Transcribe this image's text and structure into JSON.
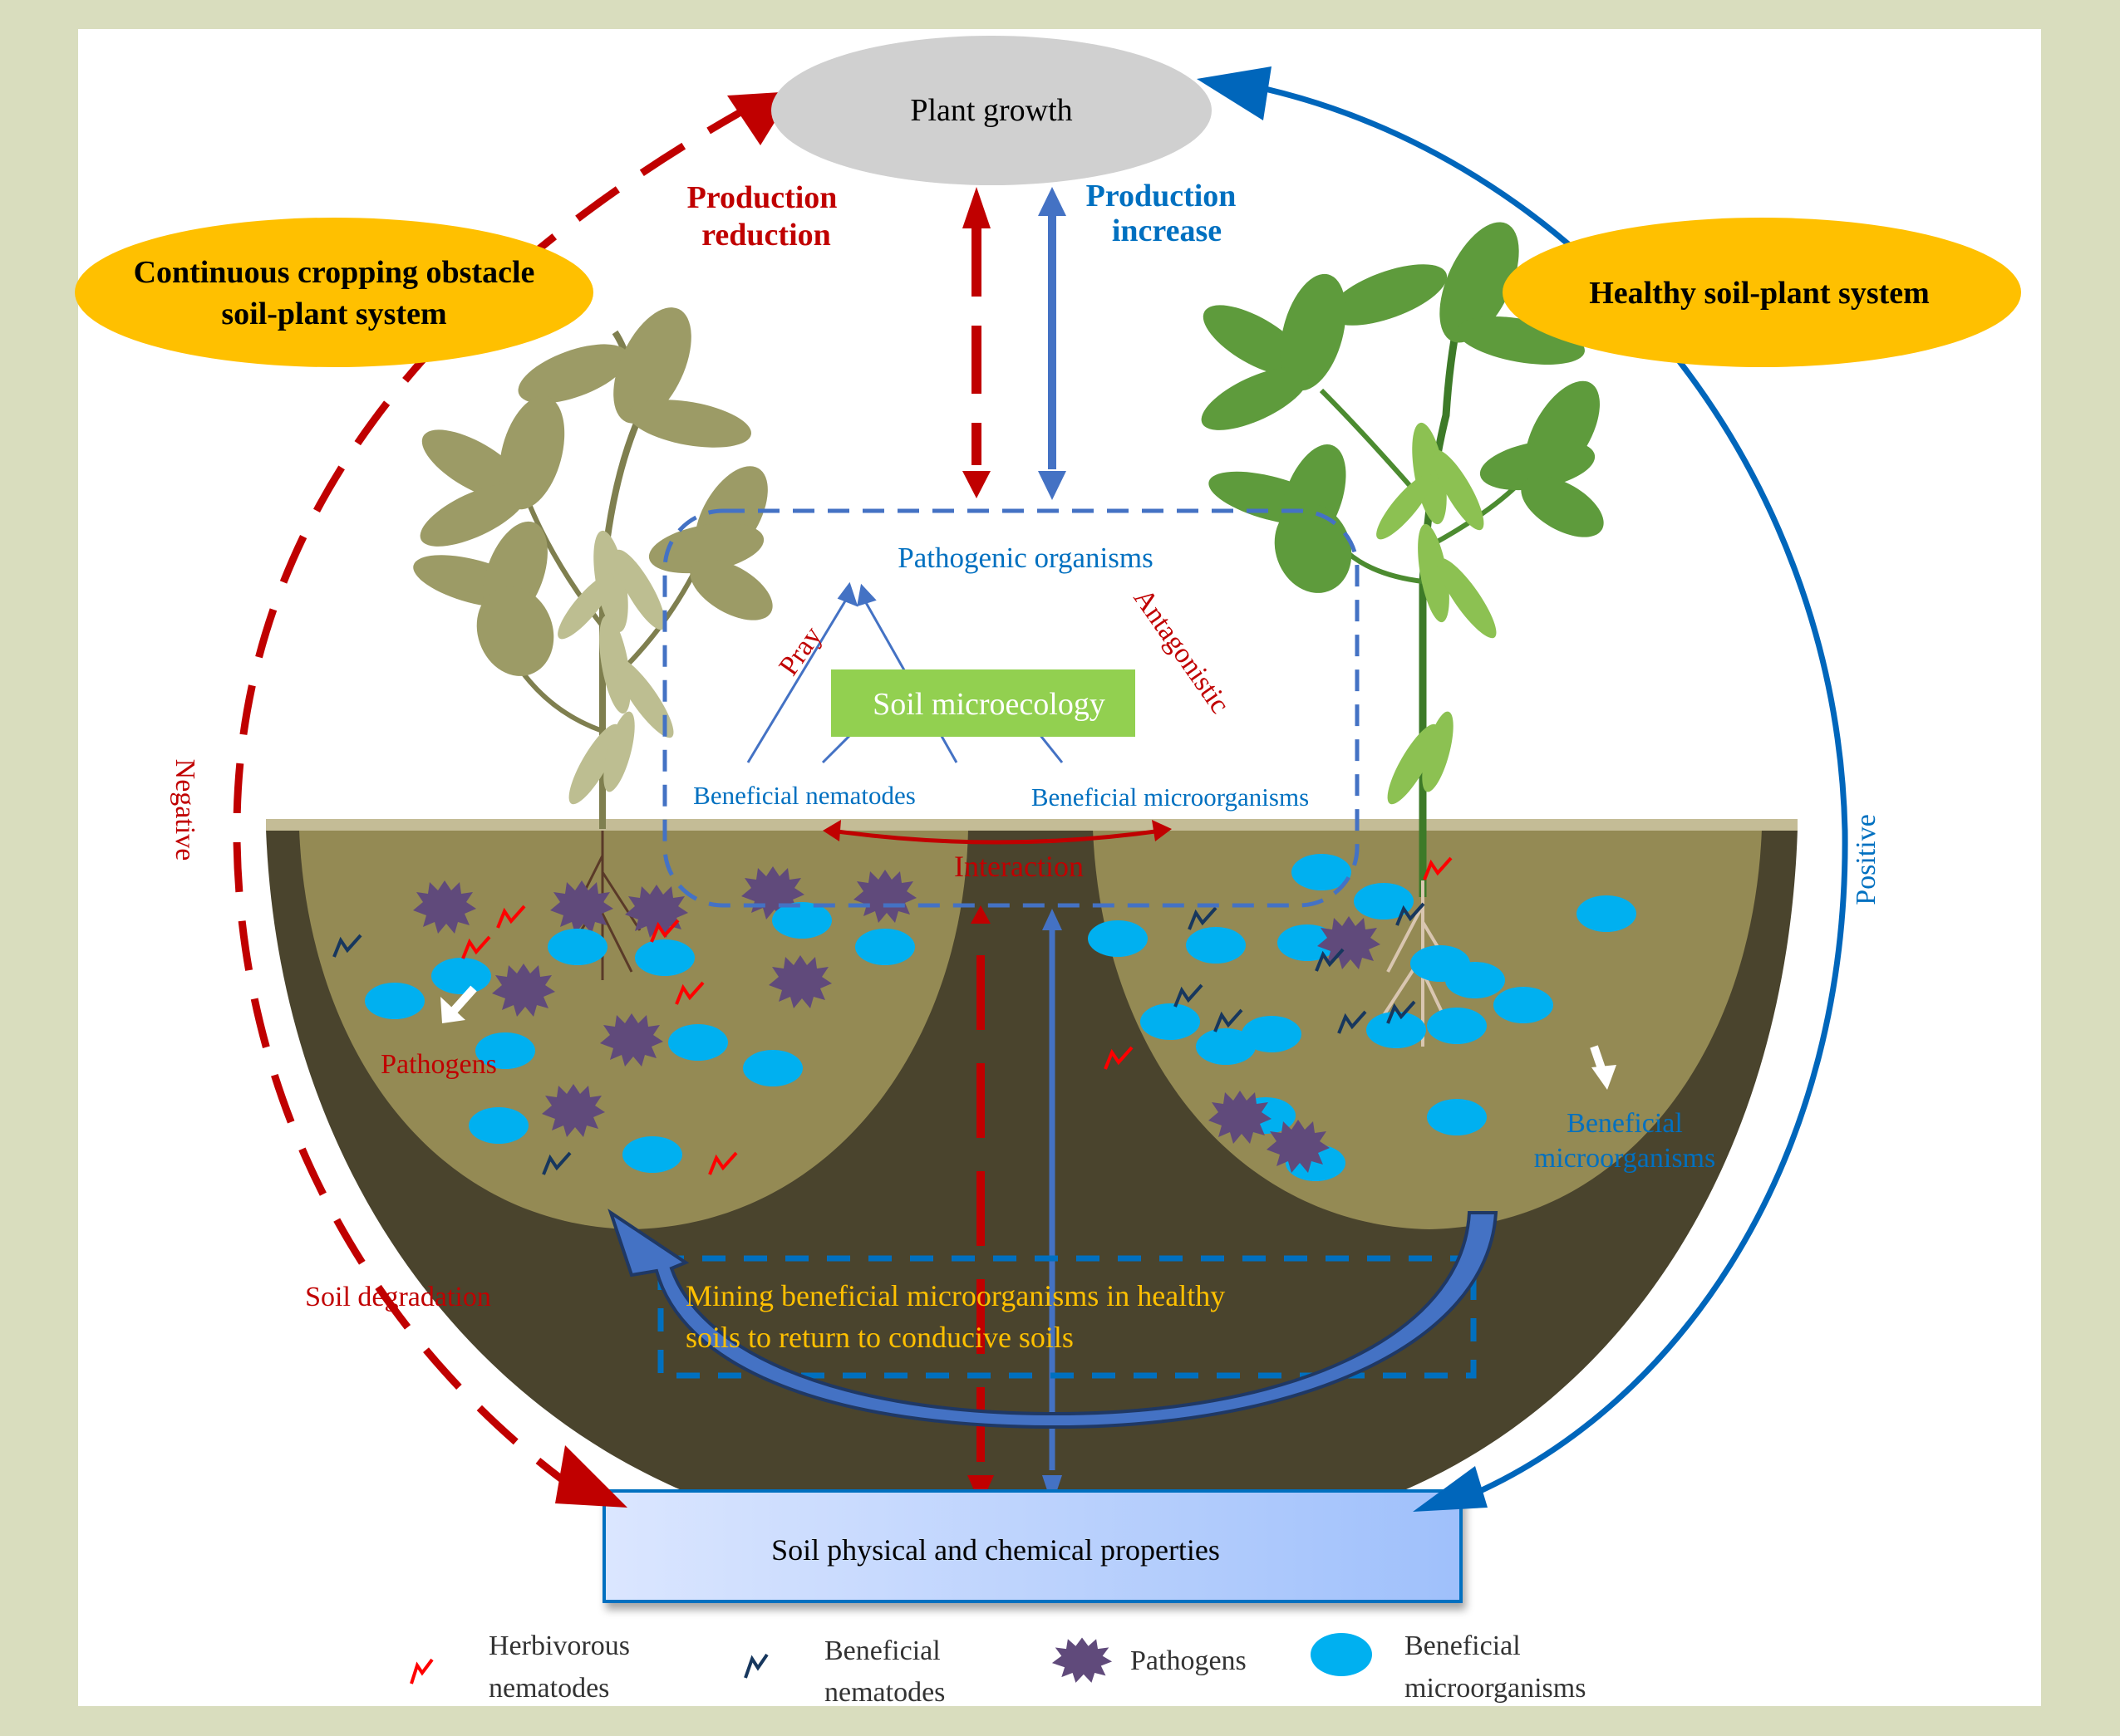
{
  "colors": {
    "background": "#d9ddbe",
    "panel": "#ffffff",
    "negative_red": "#c00000",
    "positive_blue": "#0066bb",
    "arrow_blue": "#4472c4",
    "ellipse_yellow": "#ffc000",
    "ellipse_gray": "#d0d0d0",
    "microecology_green": "#92d050",
    "soil_outer": "#4a442d",
    "soil_inner": "#948a54",
    "soil_surface": "#c4bc96",
    "pathogen_purple": "#604a7b",
    "microorganism_cyan": "#00b0f0",
    "herbivorous_nematode_red": "#ff0000",
    "beneficial_nematode_navy": "#17375e",
    "mining_text_yellow": "#ffc000"
  },
  "nodes": {
    "plant_growth": "Plant growth",
    "left_system": [
      "Continuous cropping obstacle",
      "soil-plant system"
    ],
    "right_system": "Healthy soil-plant system",
    "soil_properties": "Soil physical and chemical properties",
    "soil_microecology": "Soil microecology"
  },
  "labels": {
    "production_reduction": [
      "Production",
      "reduction"
    ],
    "production_increase": [
      "Production",
      "increase"
    ],
    "negative": "Negative",
    "positive": "Positive",
    "pathogenic_organisms": "Pathogenic organisms",
    "pray": "Pray",
    "antagonistic": "Antagonistic",
    "beneficial_nematodes": "Beneficial nematodes",
    "beneficial_microorganisms": "Beneficial microorganisms",
    "interaction": "Interaction",
    "pathogens_callout": "Pathogens",
    "beneficial_microorganisms_callout": [
      "Beneficial",
      "microorganisms"
    ],
    "soil_degradation": "Soil degradation",
    "mining": [
      "Mining beneficial microorganisms in healthy",
      "soils to return to conducive soils"
    ]
  },
  "legend": [
    {
      "icon": "herbivorous-nematode-icon",
      "lines": [
        "Herbivorous",
        "nematodes"
      ]
    },
    {
      "icon": "beneficial-nematode-icon",
      "lines": [
        "Beneficial",
        "nematodes"
      ]
    },
    {
      "icon": "pathogen-icon",
      "lines": [
        "Pathogens"
      ]
    },
    {
      "icon": "beneficial-microorganism-icon",
      "lines": [
        "Beneficial",
        "microorganisms"
      ]
    }
  ]
}
